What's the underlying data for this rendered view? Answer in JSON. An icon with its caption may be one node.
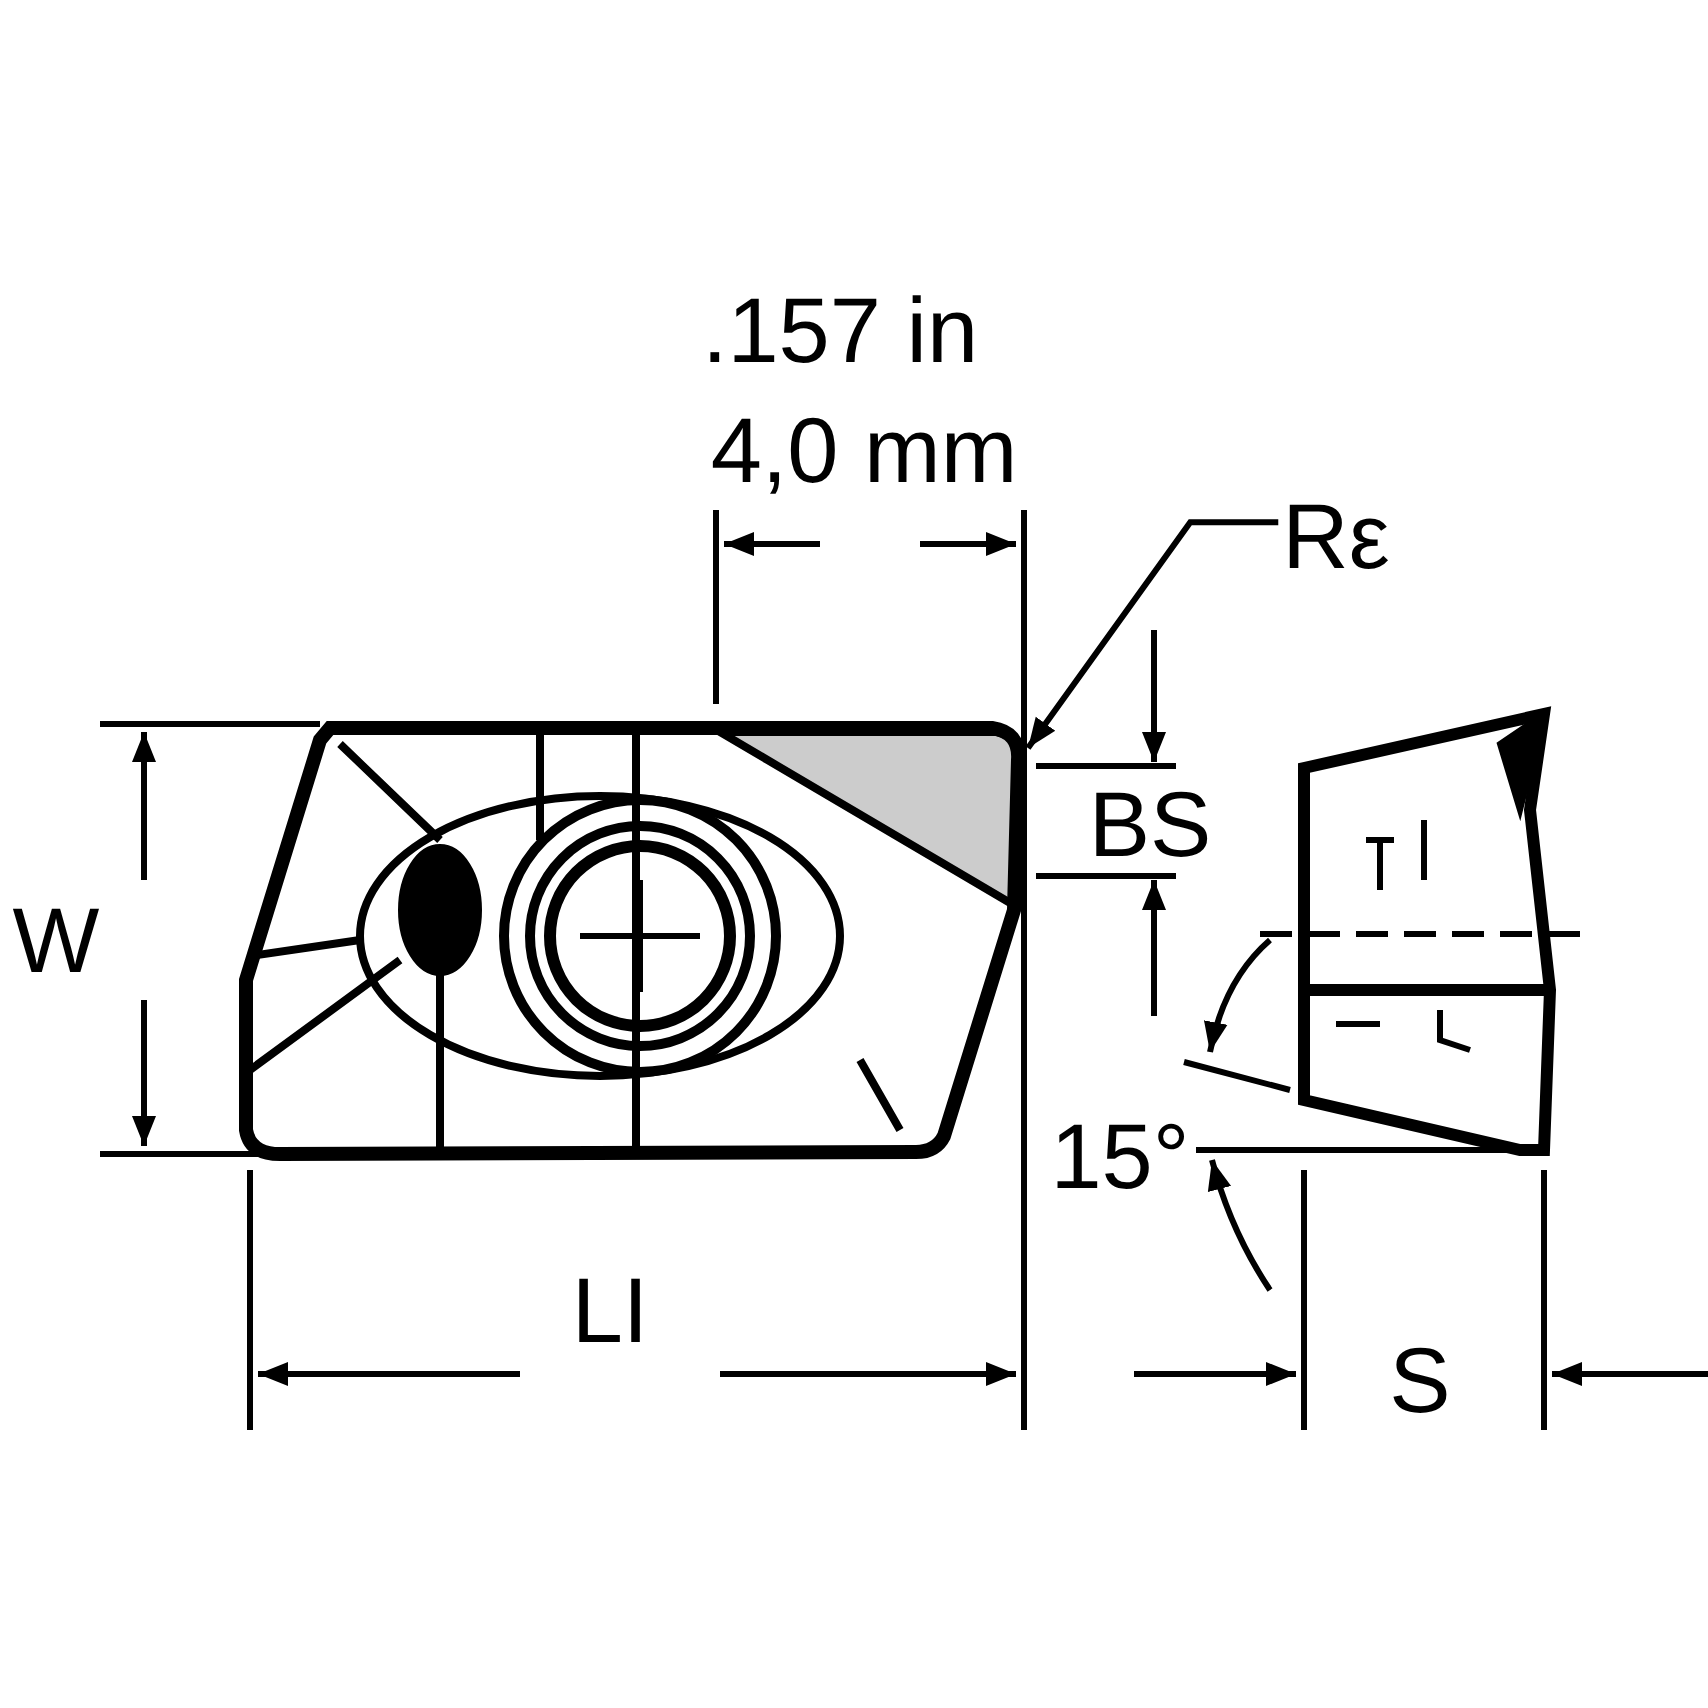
{
  "diagram": {
    "nodes": [
      {
        "text": [
          "Rε"
        ]
      },
      {
        "text": [],
        "shape": "picture"
      }
    ],
    "edges": [
      {
        "from": 0,
        "to": 1,
        "arrow": "to"
      }
    ],
    "labels": [
      ".157 in",
      "4,0 mm",
      "BS",
      "W",
      "15°",
      "LI",
      "S"
    ]
  }
}
